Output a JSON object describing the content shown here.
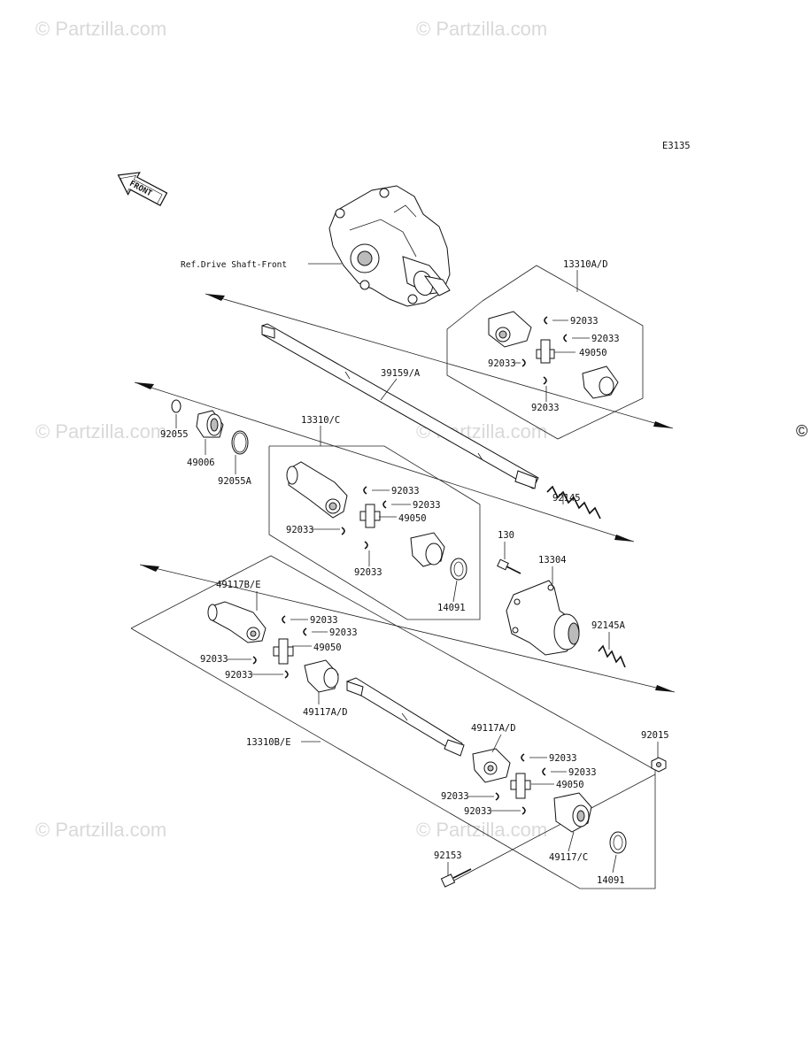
{
  "watermark": {
    "text": "© Partzilla.com",
    "side_mark": "©"
  },
  "diagram_code": "E3135",
  "front_arrow_label": "FRONT",
  "ref_label": "Ref.Drive Shaft-Front",
  "labels": {
    "l_13310AD": "13310A/D",
    "l_92033_a1": "92033",
    "l_92033_a2": "92033",
    "l_49050_a": "49050",
    "l_92033_a3": "92033",
    "l_92033_a4": "92033",
    "l_39159A": "39159/A",
    "l_92055": "92055",
    "l_49006": "49006",
    "l_92055A": "92055A",
    "l_13310C": "13310/C",
    "l_92033_c1": "92033",
    "l_92033_c2": "92033",
    "l_49050_c": "49050",
    "l_92033_c3": "92033",
    "l_92033_c4": "92033",
    "l_92145": "92145",
    "l_130": "130",
    "l_13304": "13304",
    "l_14091_a": "14091",
    "l_92145A": "92145A",
    "l_49117BE": "49117B/E",
    "l_92033_b1": "92033",
    "l_92033_b2": "92033",
    "l_49050_b": "49050",
    "l_92033_b3": "92033",
    "l_92033_b4": "92033",
    "l_49117AD_1": "49117A/D",
    "l_13310BE": "13310B/E",
    "l_49117AD_2": "49117A/D",
    "l_92015": "92015",
    "l_92033_d1": "92033",
    "l_92033_d2": "92033",
    "l_49050_d": "49050",
    "l_92033_d3": "92033",
    "l_92033_d4": "92033",
    "l_92153": "92153",
    "l_49117C": "49117/C",
    "l_14091_b": "14091"
  }
}
